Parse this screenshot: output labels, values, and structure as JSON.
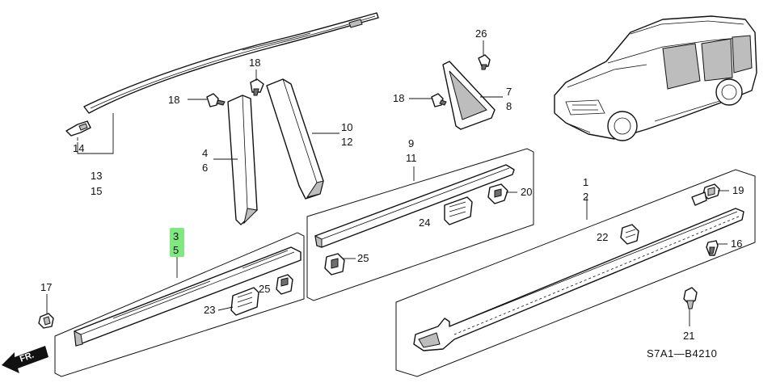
{
  "diagram": {
    "code": "S7A1—B4210",
    "direction_text": "FR.",
    "labels": {
      "l1": "1",
      "l2": "2",
      "l3": "3",
      "l4": "4",
      "l5": "5",
      "l6": "6",
      "l7": "7",
      "l8": "8",
      "l9": "9",
      "l10": "10",
      "l11": "11",
      "l12": "12",
      "l13": "13",
      "l14": "14",
      "l15": "15",
      "l16": "16",
      "l17": "17",
      "l18a": "18",
      "l18b": "18",
      "l18c": "18",
      "l19": "19",
      "l20": "20",
      "l21": "21",
      "l22": "22",
      "l23": "23",
      "l24": "24",
      "l25a": "25",
      "l25b": "25",
      "l26": "26"
    },
    "highlight_color": "#7fe87f"
  }
}
